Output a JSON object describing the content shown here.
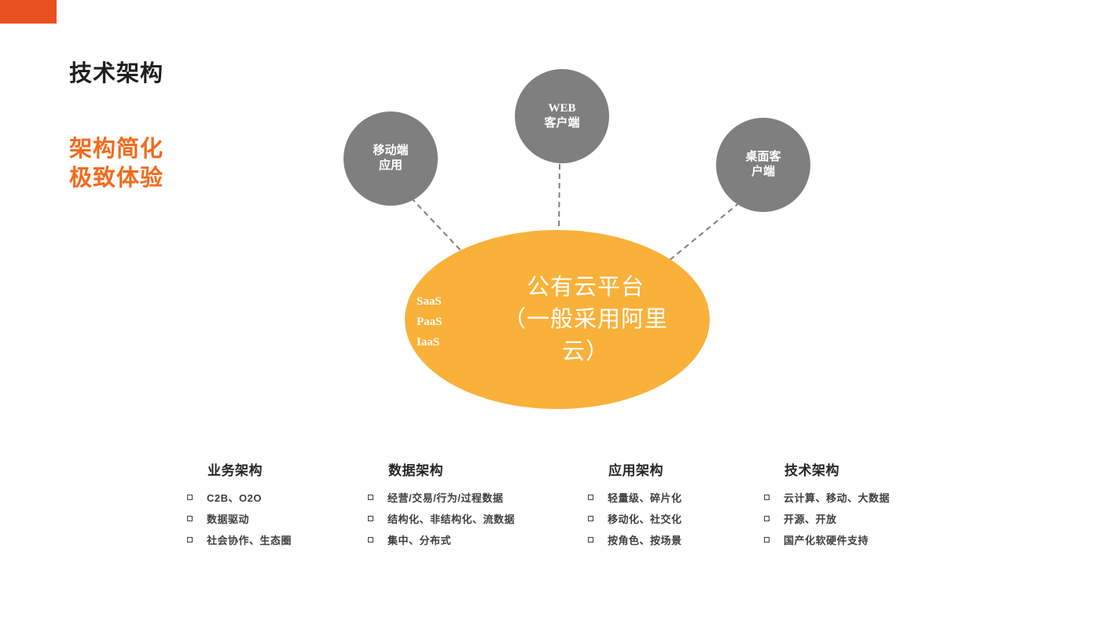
{
  "slide": {
    "title": "技术架构",
    "subtitle_lines": [
      "架构简化",
      "极致体验"
    ]
  },
  "diagram": {
    "nodes": [
      {
        "label_lines": [
          "移动端",
          "应用"
        ]
      },
      {
        "label_lines": [
          "WEB",
          "客户端"
        ]
      },
      {
        "label_lines": [
          "桌面客",
          "户端"
        ]
      }
    ],
    "cloud": {
      "label": "公有云平台（一般采用阿里云）",
      "label_lines": [
        "公有云平台",
        "（一般采用阿里",
        "云）"
      ],
      "layers": [
        "SaaS",
        "PaaS",
        "IaaS"
      ]
    }
  },
  "columns": [
    {
      "header": "业务架构",
      "items": [
        "C2B、O2O",
        "数据驱动",
        "社会协作、生态圈"
      ]
    },
    {
      "header": "数据架构",
      "items": [
        "经营/交易/行为/过程数据",
        "结构化、非结构化、流数据",
        "集中、分布式"
      ]
    },
    {
      "header": "应用架构",
      "items": [
        "轻量级、碎片化",
        "移动化、社交化",
        "按角色、按场景"
      ]
    },
    {
      "header": "技术架构",
      "items": [
        "云计算、移动、大数据",
        "开源、开放",
        "国产化软硬件支持"
      ]
    }
  ],
  "colors": {
    "top_bar": "#E8501F",
    "title_orange": "#F26B1D",
    "accent_orange": "#F9B13A",
    "node_gray": "#7F7F7F",
    "line_gray": "#7F7F7F"
  }
}
